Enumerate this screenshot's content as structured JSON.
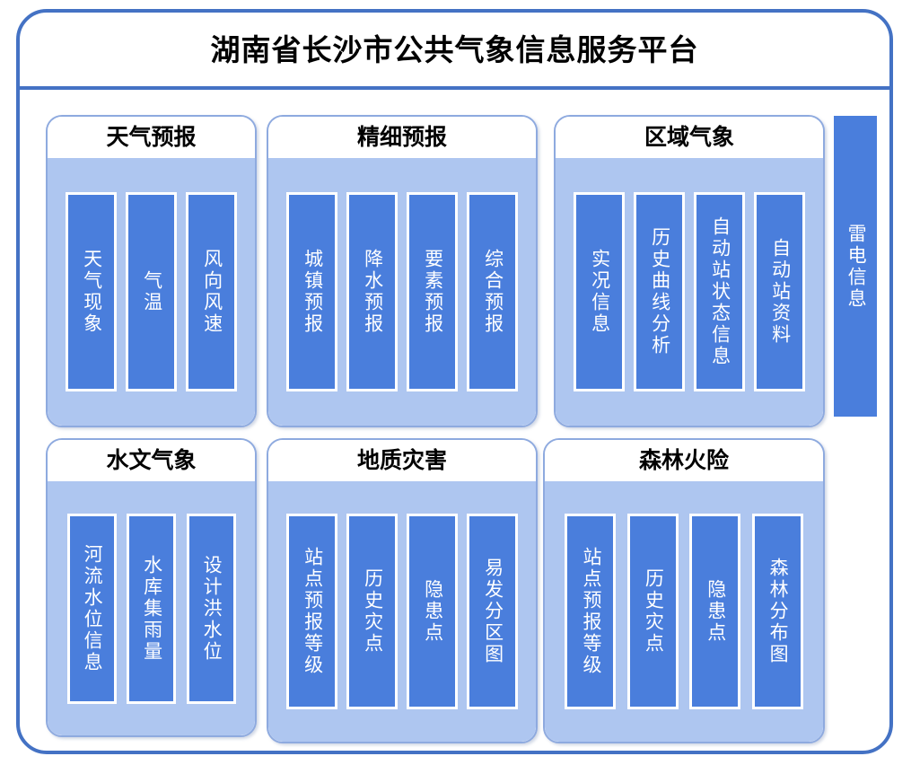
{
  "platform": {
    "title": "湖南省长沙市公共气象信息服务平台"
  },
  "colors": {
    "frame_border": "#4472C4",
    "panel_border": "#8EAADF",
    "panel_body": "#AEC6F0",
    "item_bar": "#4A7EDC",
    "item_label": "#FFFFFF",
    "header_bg": "#FFFFFF",
    "title_text": "#000000"
  },
  "panels": [
    {
      "id": "weather-forecast",
      "title": "天气预报",
      "items": [
        {
          "label": "天气现象"
        },
        {
          "label": "气温"
        },
        {
          "label": "风向风速"
        }
      ]
    },
    {
      "id": "fine-forecast",
      "title": "精细预报",
      "items": [
        {
          "label": "城镇预报"
        },
        {
          "label": "降水预报"
        },
        {
          "label": "要素预报"
        },
        {
          "label": "综合预报"
        }
      ]
    },
    {
      "id": "regional-met",
      "title": "区域气象",
      "items": [
        {
          "label": "实况信息"
        },
        {
          "label": "历史曲线分析"
        },
        {
          "label": "自动站状态信息"
        },
        {
          "label": "自动站资料"
        }
      ]
    },
    {
      "id": "hydro-met",
      "title": "水文气象",
      "items": [
        {
          "label": "河流水位信息"
        },
        {
          "label": "水库集雨量"
        },
        {
          "label": "设计洪水位"
        }
      ]
    },
    {
      "id": "geo-hazard",
      "title": "地质灾害",
      "items": [
        {
          "label": "站点预报等级"
        },
        {
          "label": "历史灾点"
        },
        {
          "label": "隐患点"
        },
        {
          "label": "易发分区图"
        }
      ]
    },
    {
      "id": "forest-fire",
      "title": "森林火险",
      "items": [
        {
          "label": "站点预报等级"
        },
        {
          "label": "历史灾点"
        },
        {
          "label": "隐患点"
        },
        {
          "label": "森林分布图"
        }
      ]
    }
  ],
  "standalone": {
    "lightning": {
      "label": "雷电信息"
    }
  }
}
